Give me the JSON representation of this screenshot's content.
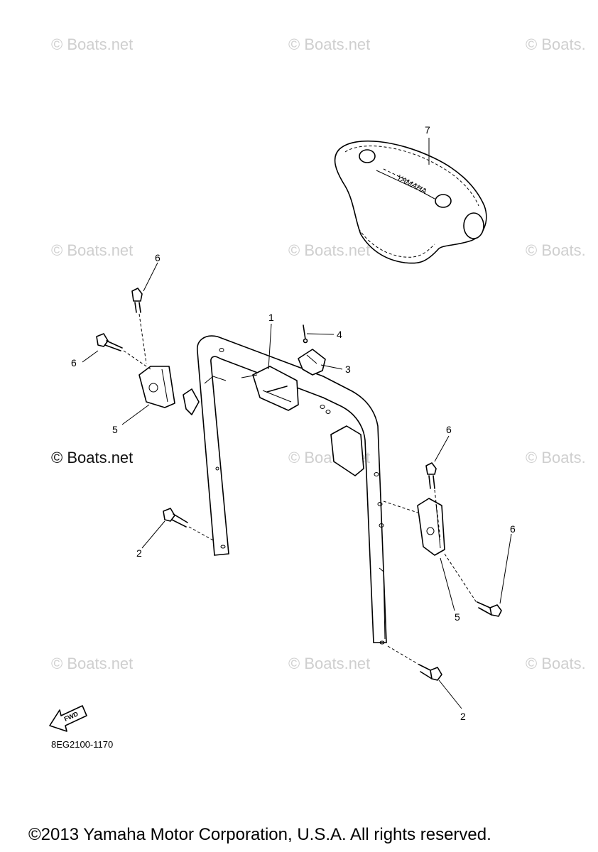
{
  "watermarks": {
    "faint": [
      "© Boats.net",
      "© Boats.net",
      "© Boats.",
      "© Boats.net",
      "© Boats.net",
      "© Boats.",
      "© Boats.net",
      "© Boats.",
      "© Boats.net",
      "© Boats.net",
      "© Boats."
    ],
    "strong": "© Boats.net"
  },
  "callouts": [
    "1",
    "2",
    "2",
    "3",
    "4",
    "5",
    "5",
    "6",
    "6",
    "6",
    "6",
    "7"
  ],
  "cover_logo": "YAMAHA",
  "fwd_label": "FWD",
  "part_number": "8EG2100-1170",
  "copyright": "©2013 Yamaha Motor Corporation, U.S.A. All rights reserved."
}
